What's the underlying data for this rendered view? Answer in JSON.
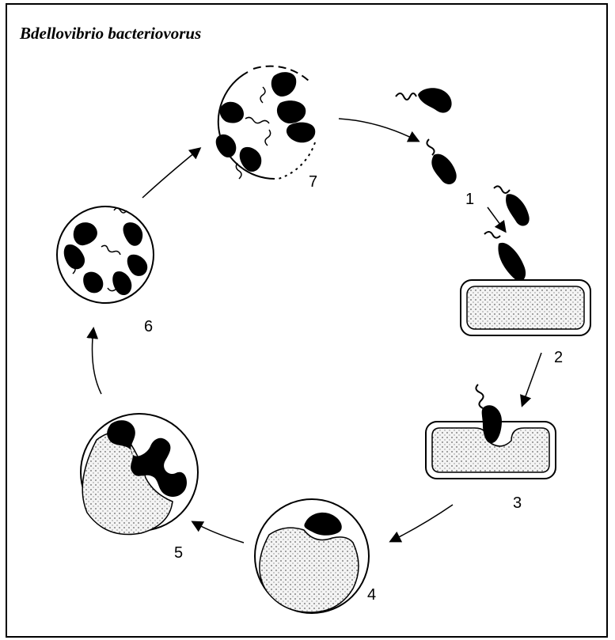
{
  "title": "Bdellovibrio bacteriovorus",
  "stages": [
    {
      "number": "1",
      "label": "1"
    },
    {
      "number": "2",
      "label": "2"
    },
    {
      "number": "3",
      "label": "3"
    },
    {
      "number": "4",
      "label": "4"
    },
    {
      "number": "5",
      "label": "5"
    },
    {
      "number": "6",
      "label": "6"
    },
    {
      "number": "7",
      "label": "7"
    }
  ],
  "colors": {
    "ink": "#000000",
    "paper": "#ffffff",
    "stipple": "#b8b8b8"
  }
}
